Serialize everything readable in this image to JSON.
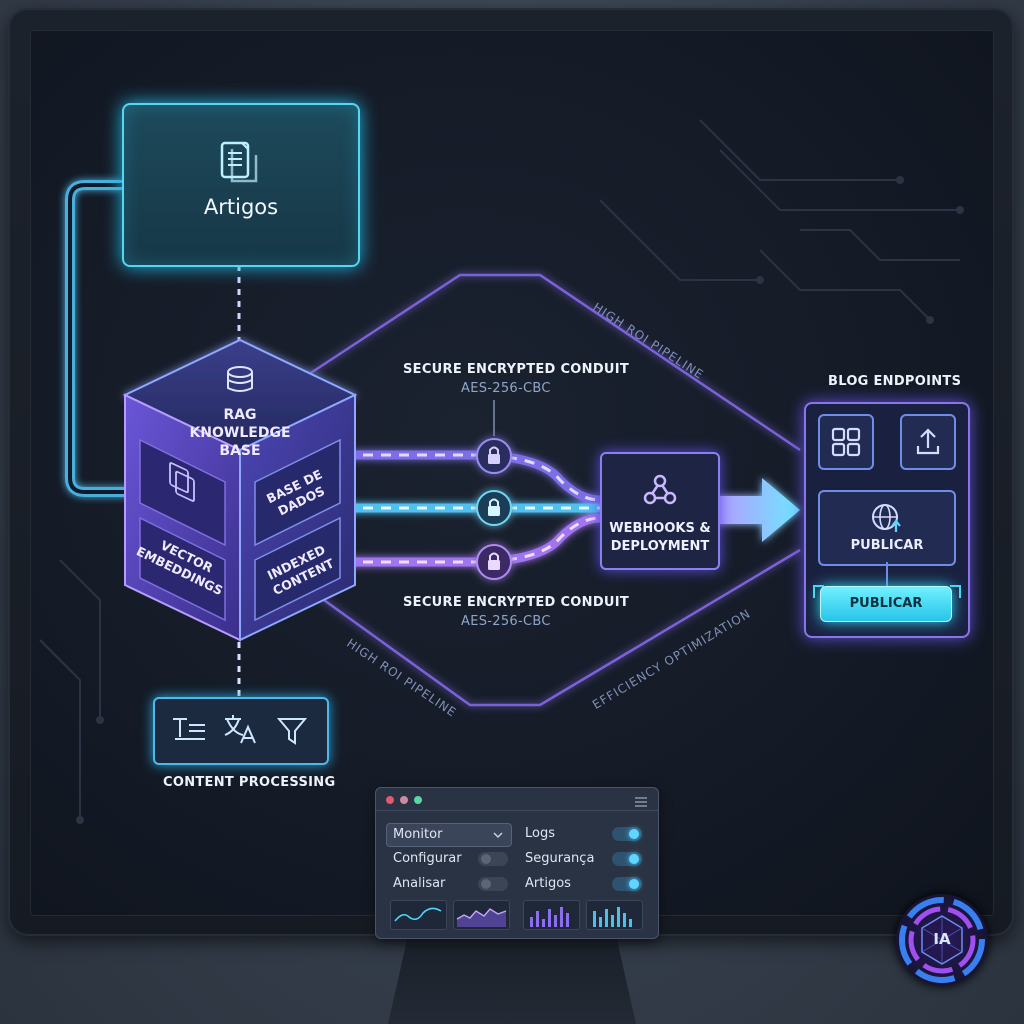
{
  "artigos": {
    "title": "Artigos",
    "icon": "document-icon"
  },
  "knowledge_base": {
    "title": "RAG KNOWLEDGE BASE",
    "faces": {
      "left_top": "",
      "left_bottom": "VECTOR EMBEDDINGS",
      "right_top": "BASE DE DADOS",
      "right_bottom": "INDEXED CONTENT"
    },
    "icons": [
      "database-icon",
      "document-stack-icon"
    ]
  },
  "conduit_top": {
    "title": "SECURE ENCRYPTED CONDUIT",
    "cipher": "AES-256-CBC"
  },
  "conduit_bottom": {
    "title": "SECURE ENCRYPTED CONDUIT",
    "cipher": "AES-256-CBC"
  },
  "webhooks": {
    "label_line1": "WEBHOOKS &",
    "label_line2": "DEPLOYMENT",
    "icon": "webhook-icon"
  },
  "pipelines": {
    "top": "HIGH ROI PIPELINE",
    "bottom_left": "HIGH ROI PIPELINE",
    "bottom_right": "EFFICIENCY OPTIMIZATION"
  },
  "blog": {
    "title": "BLOG ENDPOINTS",
    "publish_label": "PUBLICAR",
    "publish_button": "PUBLICAR",
    "icons": [
      "grid-icon",
      "upload-icon",
      "globe-icon"
    ]
  },
  "processing": {
    "title": "CONTENT PROCESSING",
    "icons": [
      "text-format-icon",
      "translate-icon",
      "filter-icon"
    ]
  },
  "control_panel": {
    "select_value": "Monitor",
    "rows_left": [
      {
        "label": "Configurar",
        "on": false
      },
      {
        "label": "Analisar",
        "on": false
      }
    ],
    "rows_right": [
      {
        "label": "Logs",
        "on": true
      },
      {
        "label": "Segurança",
        "on": true
      },
      {
        "label": "Artigos",
        "on": true
      }
    ]
  },
  "logo": {
    "text": "IA"
  },
  "colors": {
    "cyan": "#58d6f0",
    "violet": "#8a74e8",
    "publish": "#28c4e8"
  }
}
